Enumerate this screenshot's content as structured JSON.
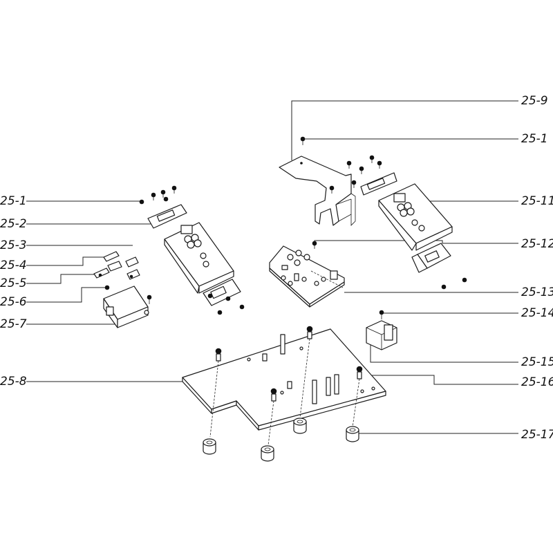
{
  "labels": {
    "l_25_1_left": "25-1",
    "l_25_2": "25-2",
    "l_25_3": "25-3",
    "l_25_4": "25-4",
    "l_25_5": "25-5",
    "l_25_6": "25-6",
    "l_25_7": "25-7",
    "l_25_8": "25-8",
    "l_25_9": "25-9",
    "l_25_1_right": "25-1",
    "l_25_11": "25-11",
    "l_25_12": "25-12",
    "l_25_13": "25-13",
    "l_25_14": "25-14",
    "l_25_15": "25-15",
    "l_25_16": "25-16",
    "l_25_17": "25-17"
  }
}
